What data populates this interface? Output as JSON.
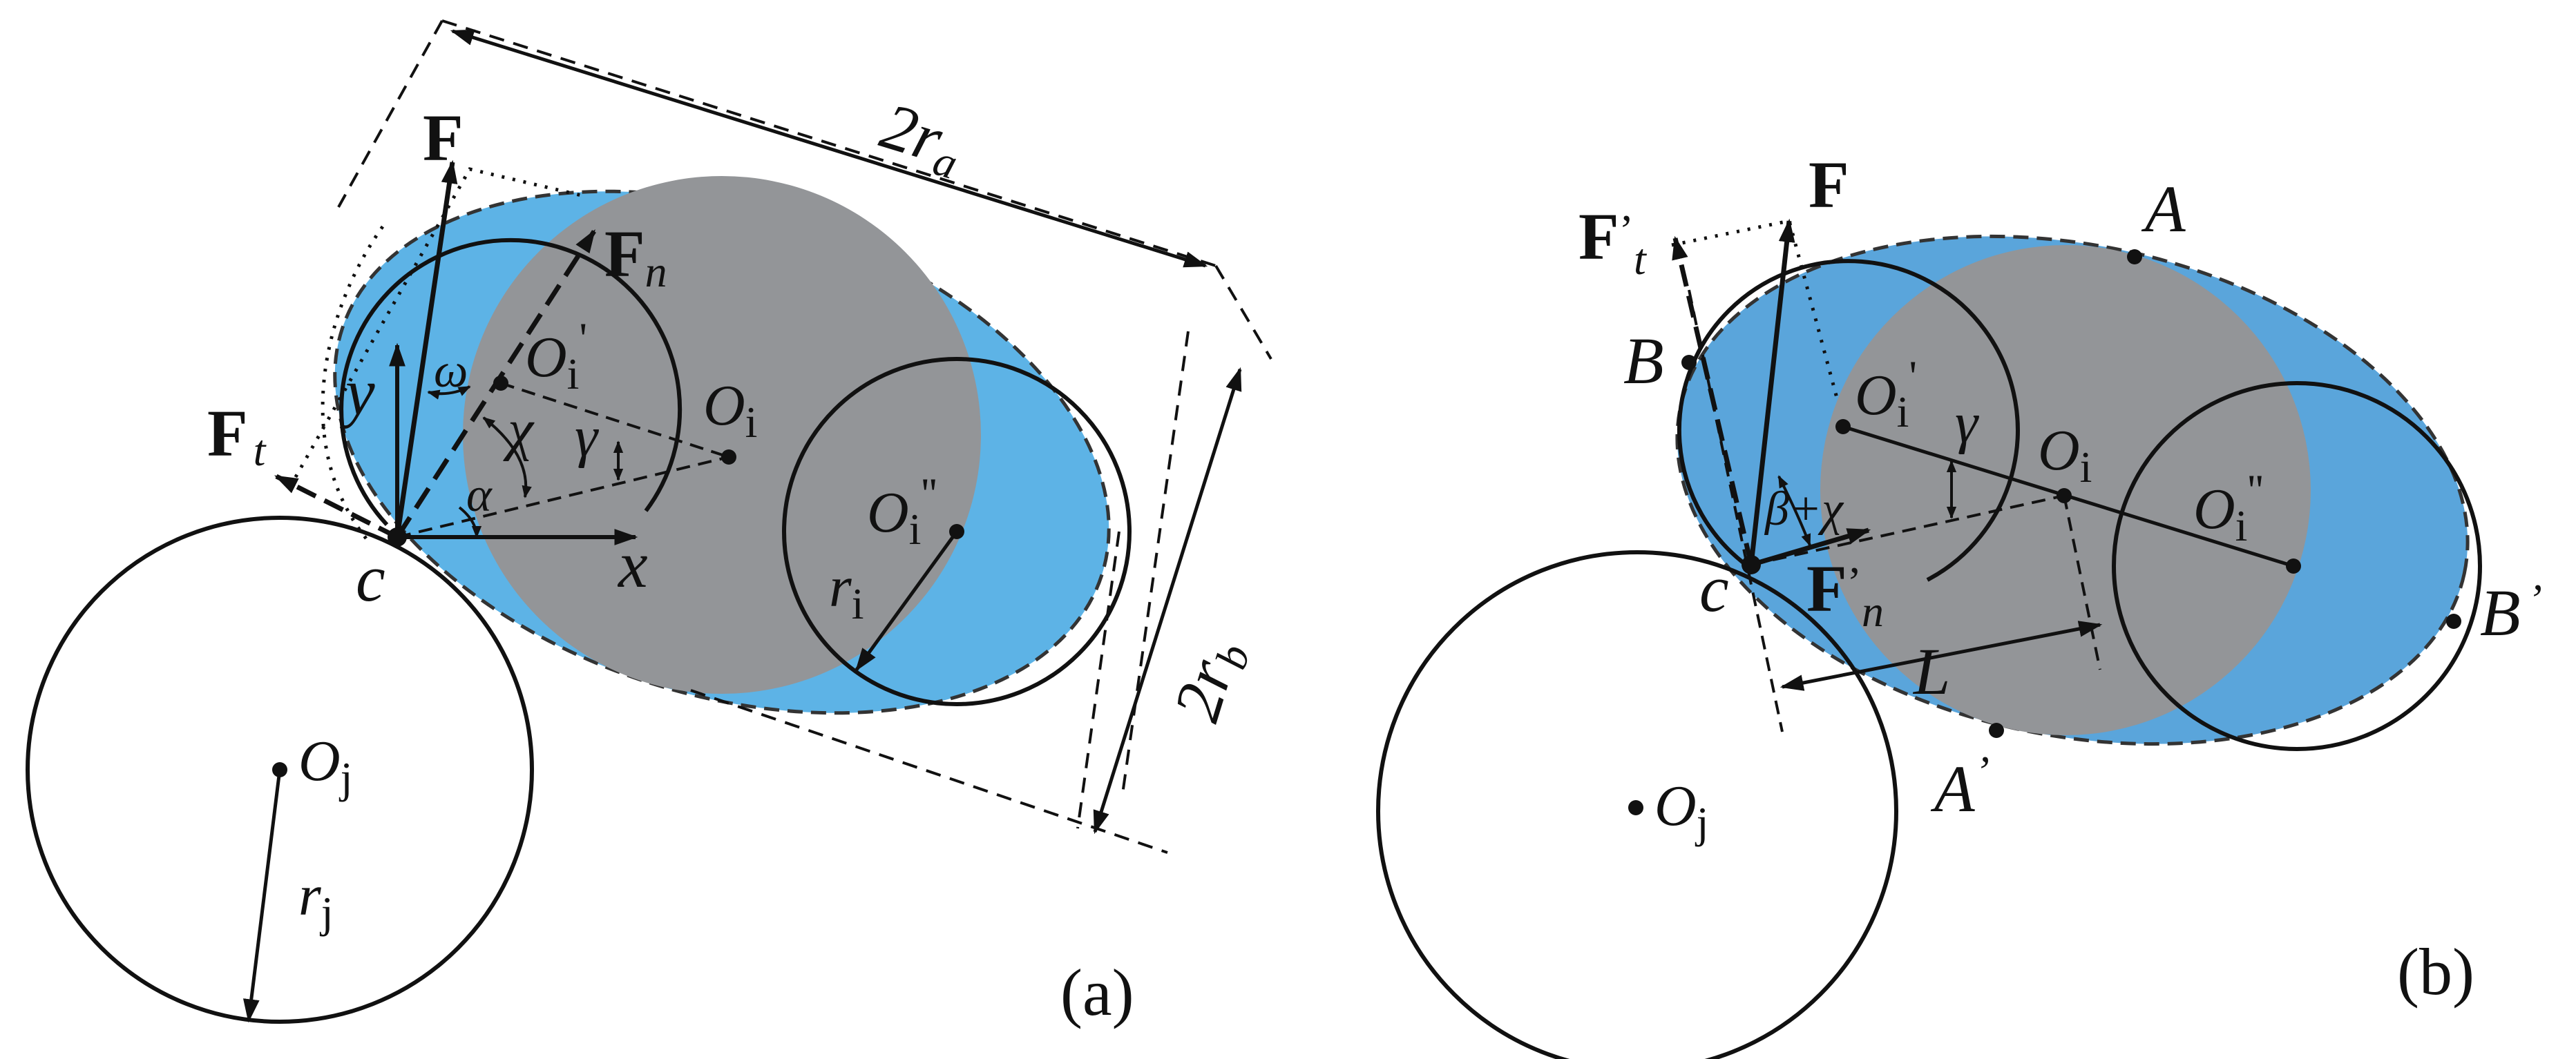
{
  "colors": {
    "blue": "#5db3e6",
    "gray": "#939598",
    "blue_dark": "#5aa5db",
    "stroke": "#111111"
  },
  "panel_a": {
    "caption": "(a)",
    "F": "F",
    "Fn_main": "F",
    "Fn_sub": "n",
    "Ft_main": "F",
    "Ft_sub": "t",
    "y": "y",
    "x": "x",
    "omega": "ω",
    "chi": "χ",
    "gamma": "γ",
    "alpha": "α",
    "Oi_prime_main": "O",
    "Oi_prime_sub": "i",
    "Oi_prime_mark": "'",
    "Oi_main": "O",
    "Oi_sub": "i",
    "Oi_dprime_main": "O",
    "Oi_dprime_sub": "i",
    "Oi_dprime_mark": "''",
    "ri_main": "r",
    "ri_sub": "i",
    "c": "c",
    "Oj_main": "O",
    "Oj_sub": "j",
    "rj_main": "r",
    "rj_sub": "j",
    "ra_main": "2r",
    "ra_sub": "a",
    "rb_main": "2r",
    "rb_sub": "b"
  },
  "panel_b": {
    "caption": "(b)",
    "F": "F",
    "Ft_main": "F",
    "Ft_mark": "’",
    "Ft_sub": "t",
    "Fn_main": "F",
    "Fn_mark": "’",
    "Fn_sub": "n",
    "A": "A",
    "A_prime": "A",
    "A_prime_mark": "’",
    "B": "B",
    "B_prime": "B",
    "B_prime_mark": "’",
    "Oi_prime_main": "O",
    "Oi_prime_sub": "i",
    "Oi_prime_mark": "'",
    "Oi_main": "O",
    "Oi_sub": "i",
    "Oi_dprime_main": "O",
    "Oi_dprime_sub": "i",
    "Oi_dprime_mark": "''",
    "gamma": "γ",
    "beta_chi": "β+χ",
    "c": "c",
    "L": "L",
    "Oj_main": "O",
    "Oj_sub": "j"
  }
}
